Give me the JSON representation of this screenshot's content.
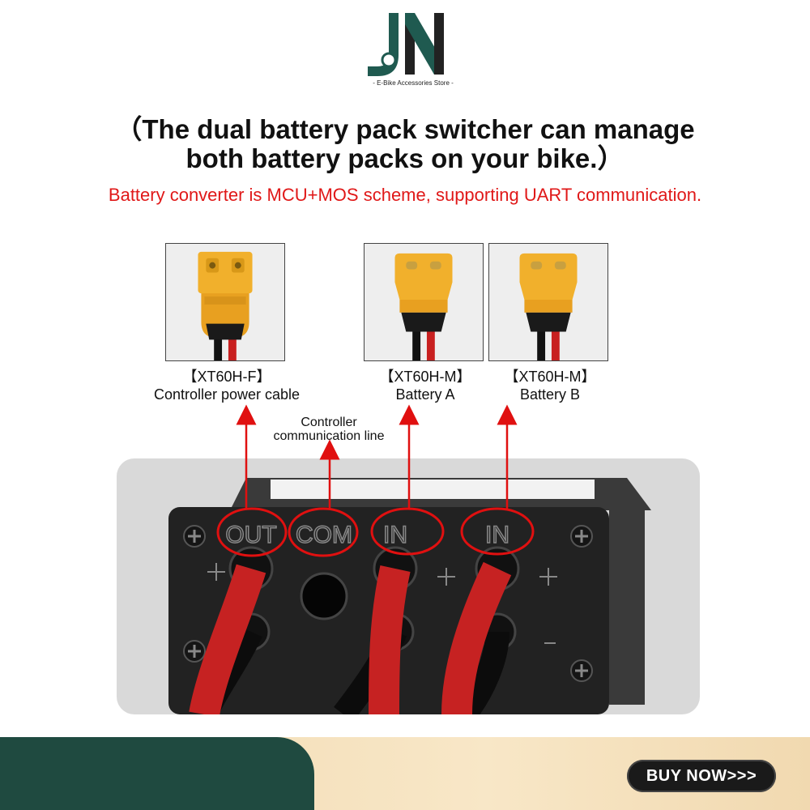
{
  "brand": {
    "logo_letters": "JN",
    "tagline": "- E-Bike Accessories Store -",
    "colors": {
      "green": "#1f5a50",
      "dark": "#222222"
    }
  },
  "headline": {
    "line1": "（The dual battery pack switcher can manage",
    "line2": "both battery packs on your bike.）"
  },
  "subline": "Battery converter is MCU+MOS scheme, supporting UART communication.",
  "connectors": [
    {
      "model": "【XT60H-F】",
      "label": "Controller power cable",
      "icon": "xt60-female-connector-icon"
    },
    {
      "model": "【XT60H-M】",
      "label": "Battery  A",
      "icon": "xt60-male-connector-icon"
    },
    {
      "model": "【XT60H-M】",
      "label": "Battery  B",
      "icon": "xt60-male-connector-icon"
    }
  ],
  "com_label": {
    "line1": "Controller",
    "line2": "communication line"
  },
  "device": {
    "ports": [
      "OUT",
      "COM",
      "IN",
      "IN"
    ],
    "colors": {
      "highlight": "#e01010",
      "cable": "#d02424",
      "body": "#2a2a2a"
    }
  },
  "footer": {
    "buy_label": "BUY NOW>>>",
    "colors": {
      "green": "#1f4a40",
      "cream": "#f3dfbb"
    }
  }
}
